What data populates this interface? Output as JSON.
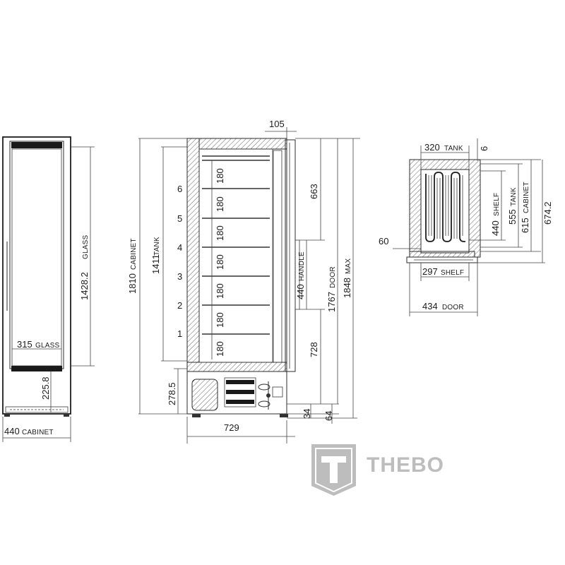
{
  "front_view": {
    "glass_height": "1428.2",
    "glass_label": "GLASS",
    "glass_width": "315",
    "glass_width_label": "GLASS",
    "base_height": "225.8",
    "cabinet_width": "440",
    "cabinet_width_label": "CABINET"
  },
  "side_view": {
    "handle_offset": "105",
    "cabinet_height": "1810",
    "cabinet_label": "CABINET",
    "tank_height": "1411",
    "tank_label": "TANK",
    "shelf_levels": [
      "6",
      "5",
      "4",
      "3",
      "2",
      "1"
    ],
    "shelf_spacing": [
      "180",
      "180",
      "180",
      "180",
      "180",
      "180",
      "180"
    ],
    "upper_handle_gap": "663",
    "handle_length": "440",
    "handle_label": "HANDLE",
    "door_height": "1767",
    "door_label": "DOOR",
    "max_height": "1848",
    "max_label": "MAX",
    "lower_handle_gap": "728",
    "compressor_height": "278.5",
    "foot_height": "34",
    "base_offset": "64",
    "depth": "729"
  },
  "top_view": {
    "tank_width": "320",
    "tank_label": "TANK",
    "top_gap": "6",
    "shelf_depth": "440",
    "shelf_depth_label": "SHELF",
    "tank_depth": "555",
    "tank_depth_label": "TANK",
    "cabinet_depth": "615",
    "cabinet_depth_label": "CABINET",
    "total_depth": "674.2",
    "side_offset": "60",
    "shelf_width": "297",
    "shelf_width_label": "SHELF",
    "door_width": "434",
    "door_label": "DOOR"
  },
  "brand": {
    "logo_letter": "T",
    "name": "THEBO",
    "colors": {
      "logo": "#bdbdbd",
      "logo_dark": "#a9a9a9"
    }
  }
}
